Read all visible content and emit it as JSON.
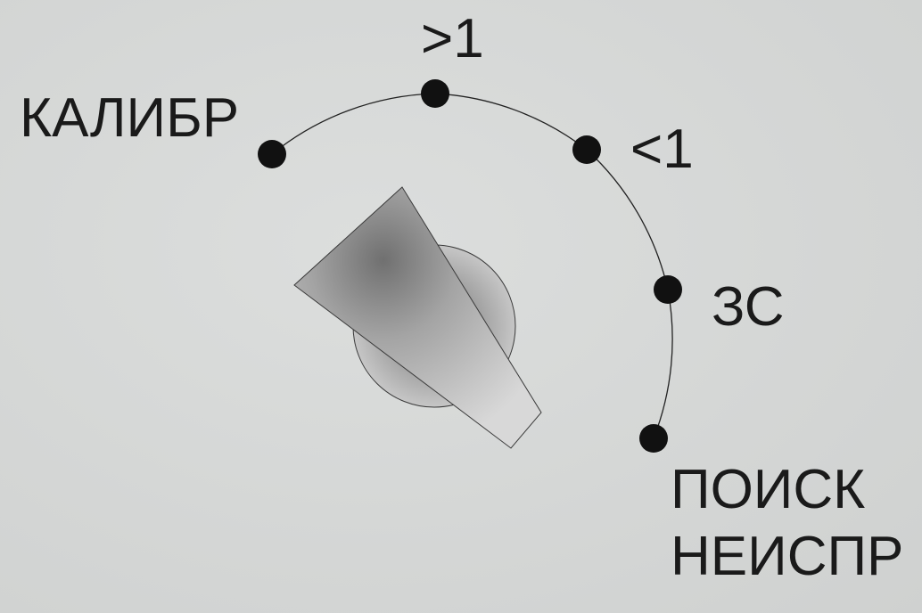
{
  "selector": {
    "positions": [
      {
        "id": "calib",
        "lines": [
          "КАЛИБР"
        ]
      },
      {
        "id": "gt1",
        "lines": [
          ">1"
        ]
      },
      {
        "id": "lt1",
        "lines": [
          "<1"
        ]
      },
      {
        "id": "zs",
        "lines": [
          "ЗС"
        ]
      },
      {
        "id": "fault",
        "lines": [
          "ПОИСК",
          "НЕИСПР"
        ]
      }
    ],
    "selected": "fault"
  },
  "colors": {
    "panel_background": "#d6d8d7",
    "dot": "#111111",
    "text": "#1a1a1a",
    "knob_light": "#c8c8c8",
    "knob_dark": "#6e6e6e"
  },
  "icons": {
    "knob": "rotary-knob-icon",
    "detent": "detent-dot-icon"
  }
}
